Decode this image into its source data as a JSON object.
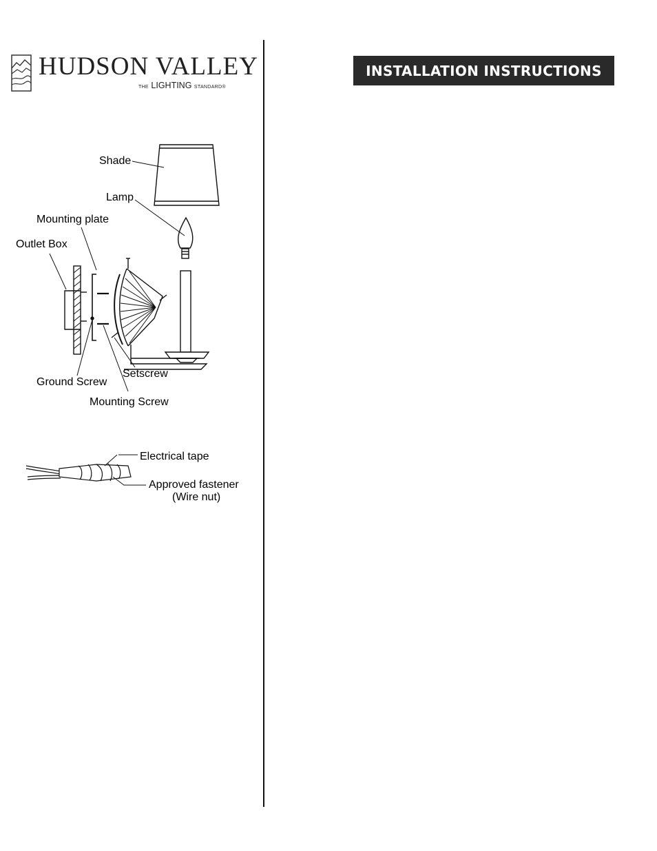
{
  "brand": {
    "name": "HUDSON VALLEY",
    "tagline_prefix": "THE",
    "tagline_main": "LIGHTING",
    "tagline_suffix": "STANDARD"
  },
  "header": {
    "title": "INSTALLATION INSTRUCTIONS"
  },
  "diagram": {
    "labels": {
      "shade": "Shade",
      "lamp": "Lamp",
      "mounting_plate": "Mounting plate",
      "outlet_box": "Outlet Box",
      "ground_screw": "Ground Screw",
      "setscrew": "Setscrew",
      "mounting_screw": "Mounting Screw"
    }
  },
  "wiring": {
    "labels": {
      "electrical_tape": "Electrical tape",
      "approved_fastener": "Approved fastener",
      "wire_nut": "(Wire nut)"
    }
  }
}
